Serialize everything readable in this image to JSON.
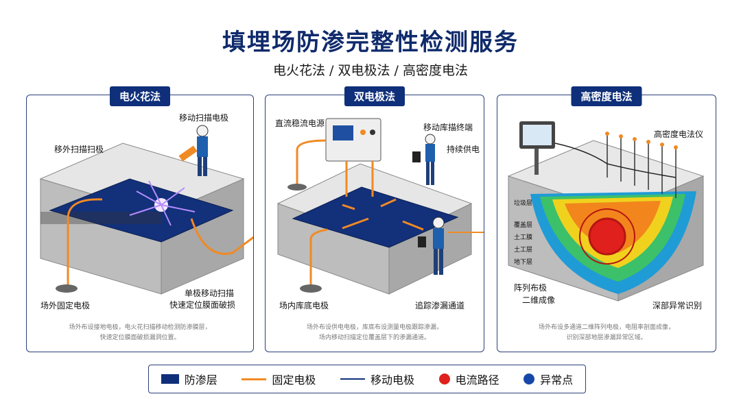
{
  "header": {
    "title": "填埋场防渗完整性检测服务",
    "subtitle": "电火花法 / 双电极法 / 高密度电法"
  },
  "panels": [
    {
      "tag": "电火花法",
      "labels": [
        "移动扫描电极",
        "移外扫描扫极",
        "场外固定电极",
        "单极移动扫描",
        "快速定位膜面破损"
      ],
      "note": [
        "场外布设接地电极，电火花扫描移动检测防渗膜层，",
        "快速定位膜面破损漏洞位置。"
      ]
    },
    {
      "tag": "双电极法",
      "labels": [
        "直流稳流电源",
        "移动库描终端",
        "持续供电",
        "场内库底电极",
        "追踪渗漏通道"
      ],
      "note": [
        "场外布设供电电极，库底布设测量电极跟踪渗漏，",
        "场内移动扫描定位覆盖层下的渗漏通道。"
      ]
    },
    {
      "tag": "高密度电法",
      "labels": [
        "高密度电法仪",
        "垃圾层",
        "覆盖层",
        "土工膜",
        "土工层",
        "地下层",
        "阵列布极",
        "二维成像",
        "深部异常识别"
      ],
      "note": [
        "场外布设多通道二维阵列电极，电阻率剖面成像，",
        "识别深部地层渗漏异常区域。"
      ]
    }
  ],
  "legend": [
    {
      "label": "防渗层",
      "kind": "rect",
      "color": "#0f2f7a"
    },
    {
      "label": "固定电极",
      "kind": "line",
      "color": "#f08a24"
    },
    {
      "label": "移动电极",
      "kind": "line",
      "color": "#0f2f7a"
    },
    {
      "label": "电流路径",
      "kind": "dot",
      "color": "#e0201c"
    },
    {
      "label": "异常点",
      "kind": "dot",
      "color": "#1747a8"
    }
  ],
  "colors": {
    "navy": "#0f2a6b",
    "orange": "#f08a24",
    "red": "#e0201c"
  },
  "icons": [
    "worker-icon",
    "spark-icon",
    "power-supply-icon",
    "tablet-icon",
    "monitor-icon",
    "electrode-icon"
  ]
}
